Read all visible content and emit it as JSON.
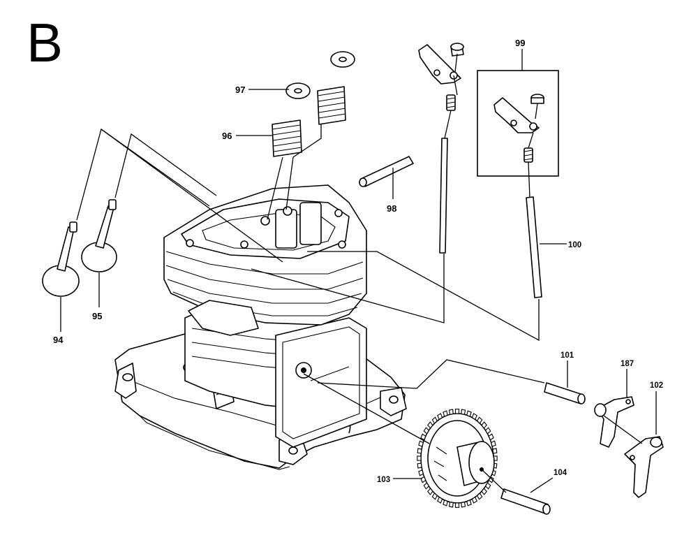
{
  "section_letter": "B",
  "callouts": {
    "c94": "94",
    "c95": "95",
    "c96": "96",
    "c97": "97",
    "c98": "98",
    "c99": "99",
    "c100": "100",
    "c101": "101",
    "c102": "102",
    "c103": "103",
    "c104": "104",
    "c187": "187"
  },
  "colors": {
    "ink": "#000000",
    "paper": "#ffffff"
  }
}
